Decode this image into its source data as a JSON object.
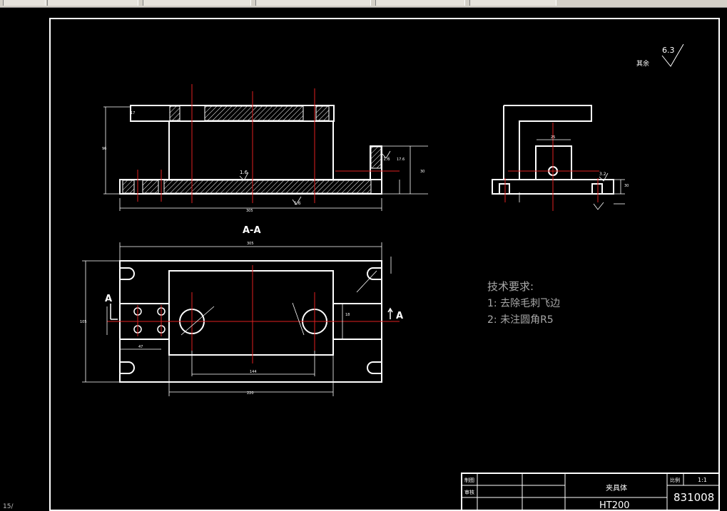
{
  "app": {
    "toolbar_labels": [
      "",
      "",
      "",
      "",
      "",
      ""
    ]
  },
  "drawing": {
    "section_label": "A-A",
    "arrow_label_left": "A",
    "arrow_label_right": "A",
    "roughness_symbol": "6.3",
    "roughness_note": "其余",
    "tech_req_title": "技术要求:",
    "tech_req_items": [
      "1: 去除毛刺飞边",
      "2: 未注圆角R5"
    ],
    "dimensions": {
      "top_width": "305",
      "top_height": "96",
      "top_left_thk": "17",
      "top_right_h": "30",
      "top_small": "17.6",
      "bottom_width": "305",
      "bottom_height": "105",
      "bottom_inner": "220",
      "bottom_holes": "144",
      "bottom_left": "47",
      "bottom_side": "18",
      "side_h": "30",
      "side_w": "25"
    },
    "roughness_local": [
      "1.6",
      "1.6",
      "1.6",
      "3.2"
    ]
  },
  "title_block": {
    "part_name": "夹具体",
    "material": "HT200",
    "drawing_no": "831008",
    "scale_label": "比例",
    "scale_value": "1:1",
    "row_labels": [
      "制图",
      "审核"
    ]
  },
  "status": {
    "coord_fragment": "15/"
  }
}
